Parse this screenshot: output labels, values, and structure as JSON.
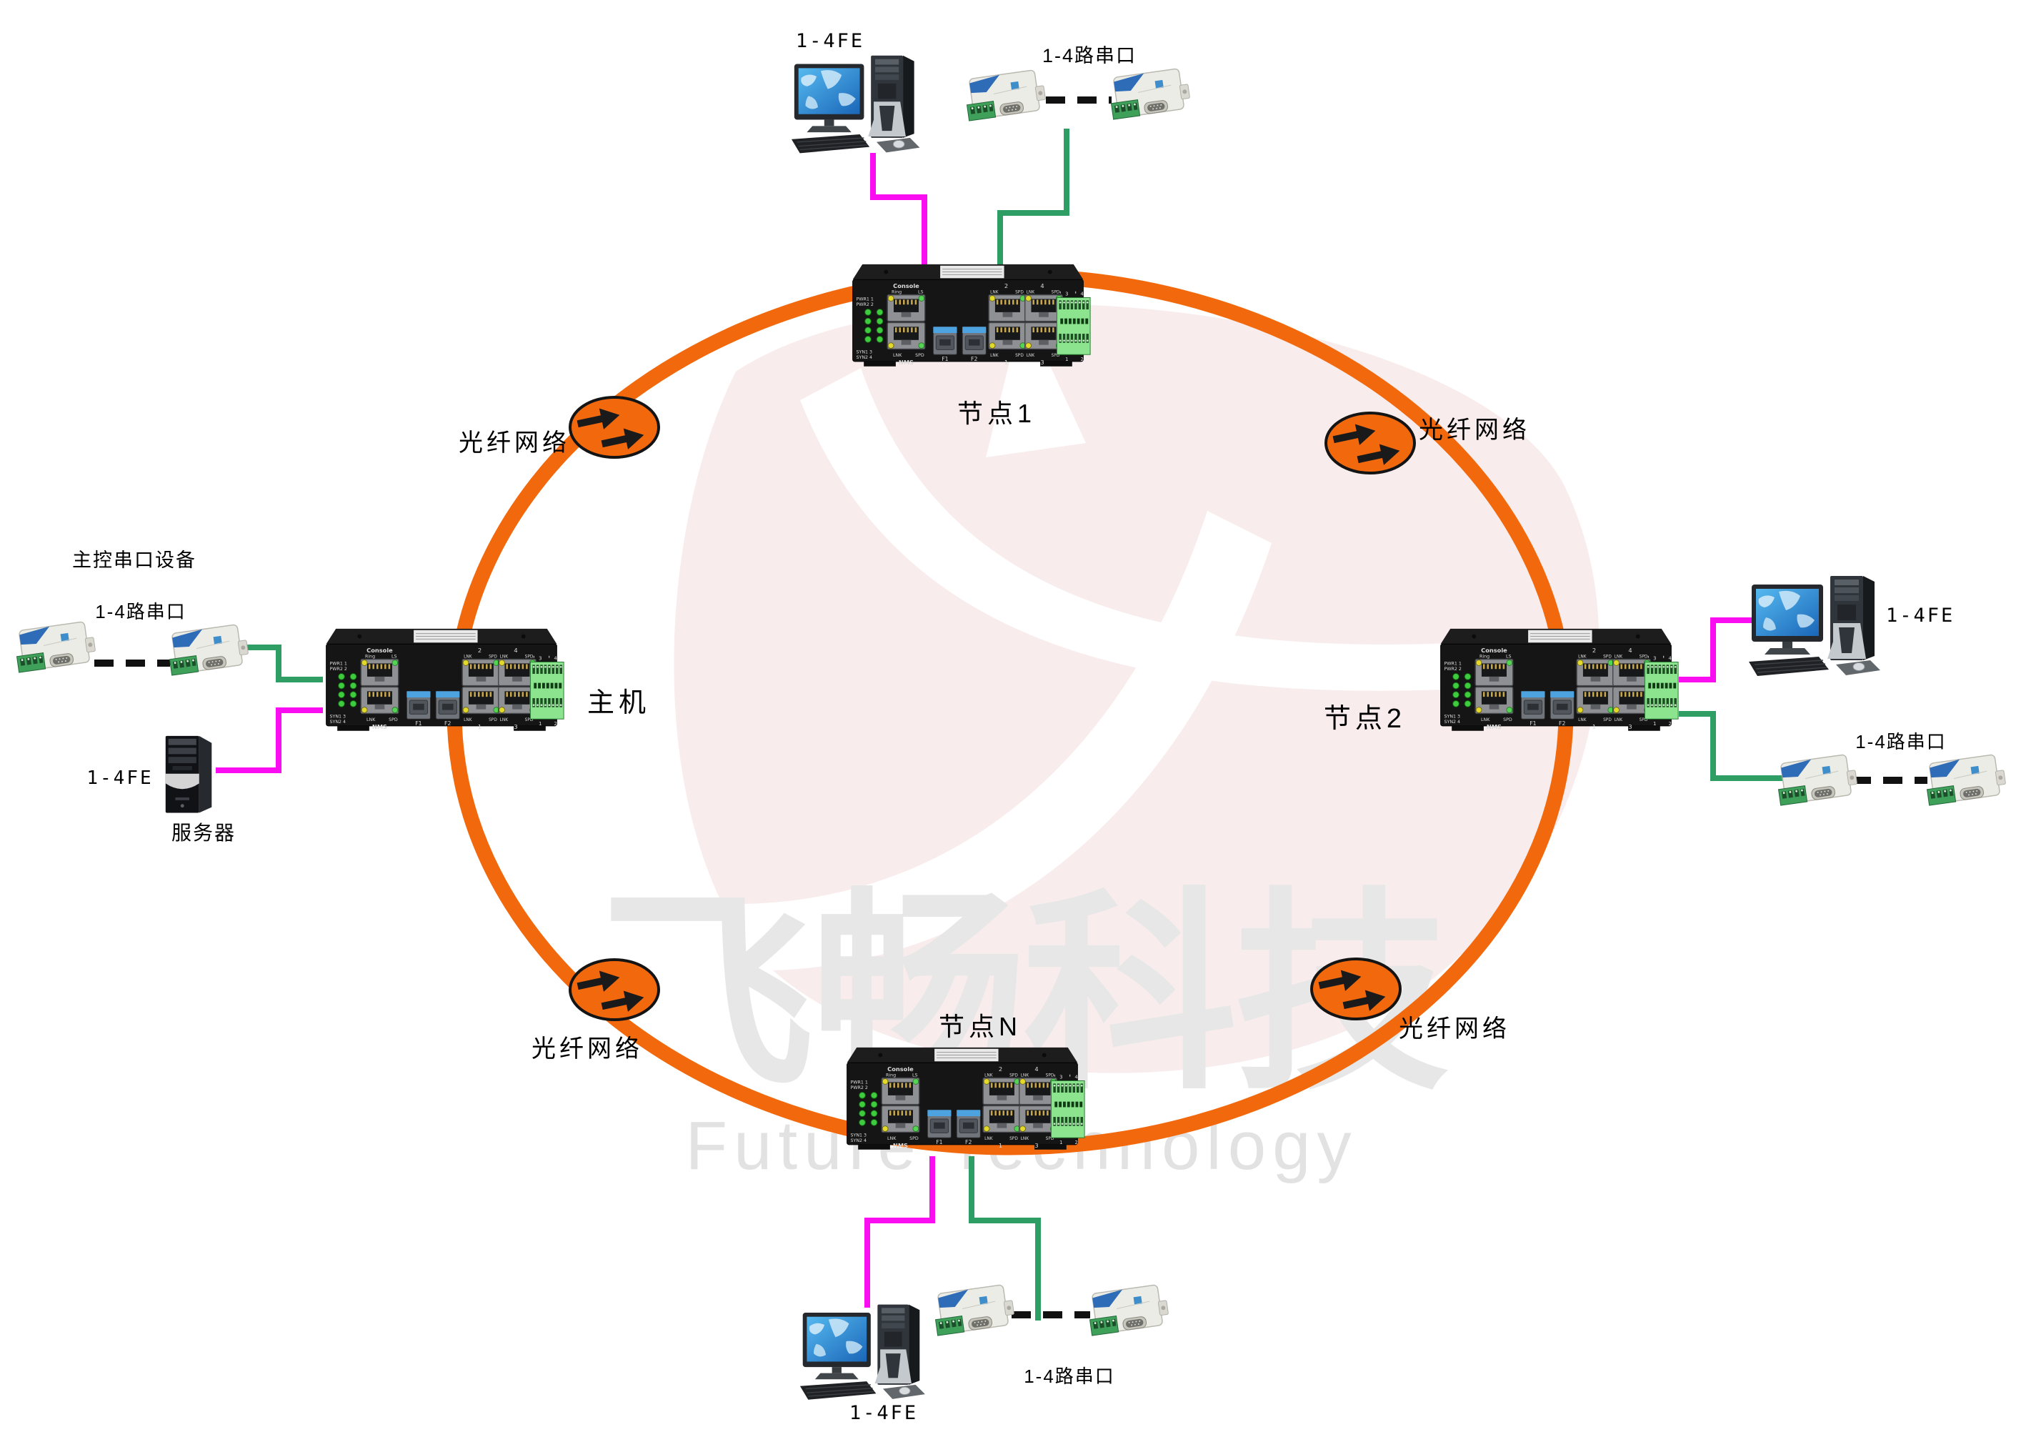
{
  "nodes": {
    "node1": "节点1",
    "host": "主机",
    "node2": "节点2",
    "nodeN": "节点N"
  },
  "fiber": {
    "label": "光纤网络"
  },
  "peripherals": {
    "fe_label": "1-4FE",
    "serial_label": "1-4路串口",
    "master_serial_label": "主控串口设备",
    "server_label": "服务器"
  },
  "watermark": {
    "cn": "飞畅科技",
    "en": "Future Technology"
  },
  "switch_panel": {
    "console": "Console",
    "ring": "Ring",
    "ls": "LS",
    "nms": "NMS",
    "lnk": "LNK",
    "spd": "SPD",
    "f1": "F1",
    "f2": "F2",
    "pwr1": "PWR1",
    "pwr2": "PWR2",
    "syn1": "SYN1",
    "syn2": "SYN2",
    "port_numbers": [
      "1",
      "2",
      "3",
      "4"
    ]
  },
  "colors": {
    "ring_orange": "#F2690D",
    "fiber_icon_orange": "#F2690D",
    "ethernet_line_magenta": "#FA0DF0",
    "serial_line_green": "#2F9E64",
    "dashed_line_black": "#111111",
    "terminal_green": "#8DE48F",
    "watermark_pink": "#F8ECEC",
    "watermark_gray": "#E7E7E7"
  }
}
